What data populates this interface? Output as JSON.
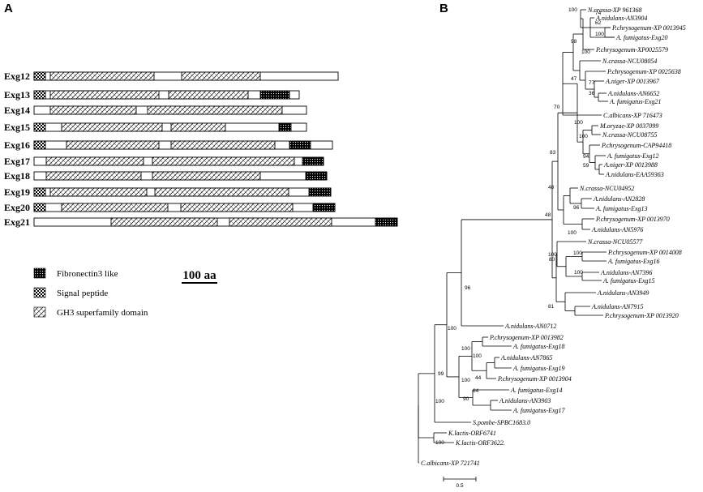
{
  "panel_a": {
    "letter": "A",
    "scale_label": "100 aa",
    "legend": {
      "fibronectin": "Fibronectin3 like",
      "signal": "Signal peptide",
      "gh3": "GH3 superfamily domain"
    },
    "proteins": [
      {
        "name": "Exg12",
        "signal": true,
        "gh3_parts": 2,
        "fn3": false
      },
      {
        "name": "Exg13",
        "signal": true,
        "gh3_parts": 2,
        "fn3": true
      },
      {
        "name": "Exg14",
        "signal": false,
        "gh3_parts": 2,
        "fn3": false
      },
      {
        "name": "Exg15",
        "signal": true,
        "gh3_parts": 2,
        "fn3": true
      },
      {
        "name": "Exg16",
        "signal": true,
        "gh3_parts": 2,
        "fn3": true
      },
      {
        "name": "Exg17",
        "signal": false,
        "gh3_parts": 2,
        "fn3": true
      },
      {
        "name": "Exg18",
        "signal": false,
        "gh3_parts": 2,
        "fn3": true
      },
      {
        "name": "Exg19",
        "signal": true,
        "gh3_parts": 2,
        "fn3": true
      },
      {
        "name": "Exg20",
        "signal": true,
        "gh3_parts": 2,
        "fn3": true
      },
      {
        "name": "Exg21",
        "signal": false,
        "gh3_parts": 2,
        "fn3": true
      }
    ]
  },
  "panel_b": {
    "letter": "B",
    "scale_label": "0.5",
    "taxa": [
      "N.crassa-XP 961368",
      "A.nidulans-AN3904",
      "P.chrysogenum-XP 0013945",
      "A. fumigatus-Exg20",
      "P.chrysogenum-XP0025579",
      "N.crassa-NCU08054",
      "P.chrysogenum-XP 0025638",
      "A.niger-XP 0013967",
      "A.nidulans-AN6652",
      "A. fumigatus-Exg21",
      "C.albicans-XP 716473",
      "M.oryzae-XP 0037099",
      "N.crassa-NCU08755",
      "P.chrysogenum-CAP94418",
      "A. fumigatus-Exg12",
      "A.niger-XP 0013988",
      "A.nidulans-EAA59363",
      "N.crassa-NCU04952",
      "A.nidulans-AN2828",
      "A. fumigatus-Exg13",
      "P.chrysogenum-XP 0013970",
      "A.nidulans-AN5976",
      "N.crassa-NCU05577",
      "P.chrysogenum-XP 0014008",
      "A. fumigatus-Exg16",
      "A.nidulans-AN7396",
      "A. fumigatus-Exg15",
      "A.nidulans-AN3949",
      "A.nidulans-AN7915",
      "P.chrysogenum-XP 0013920",
      "A.nidulans-AN0712",
      "P.chrysogenum-XP 0013982",
      "A. fumigatus-Exg18",
      "A.nidulans-AN7865",
      "A. fumigatus-Exg19",
      "P.chrysogenum-XP 0013904",
      "A. fumigatus-Exg14",
      "A.nidulans-AN3903",
      "A. fumigatus-Exg17",
      "S.pombe-SPBC1683.0",
      "K.lactis-ORF6741",
      "K.lactis-ORF3622.",
      "C.albicans-XP 721741"
    ],
    "bootstrap": [
      "100",
      "74",
      "62",
      "100",
      "98",
      "100",
      "77",
      "36",
      "47",
      "70",
      "100",
      "100",
      "94",
      "59",
      "83",
      "48",
      "96",
      "48",
      "100",
      "100",
      "80",
      "100",
      "100",
      "81",
      "96",
      "100",
      "100",
      "100",
      "44",
      "100",
      "64",
      "90",
      "99",
      "100",
      "100"
    ]
  }
}
